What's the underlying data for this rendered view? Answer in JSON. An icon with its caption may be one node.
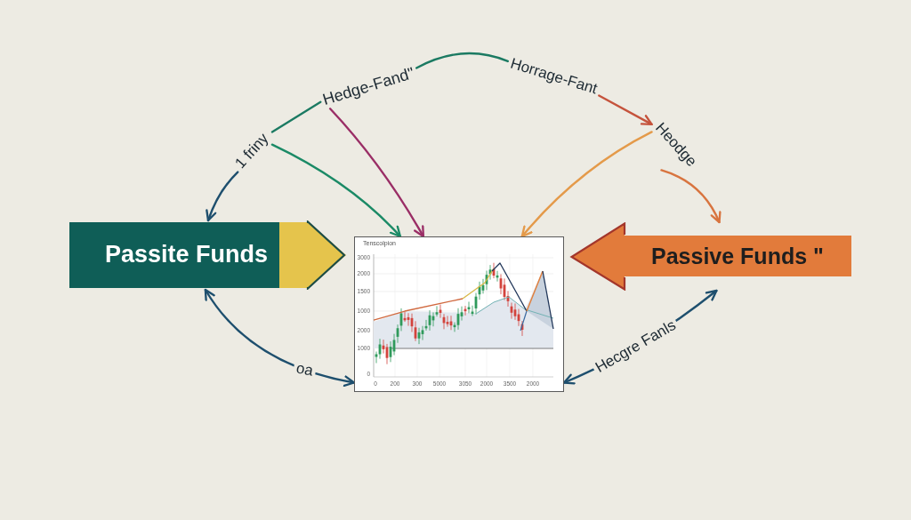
{
  "diagram": {
    "nodes": [
      {
        "text": [
          "Passite Funds"
        ]
      },
      {
        "text": [
          "Tenscolpion"
        ]
      },
      {
        "text": [
          "Passive Funds \""
        ]
      },
      {
        "text": [
          "1 friny"
        ]
      },
      {
        "text": [
          "Hedge-Fand\""
        ]
      },
      {
        "text": [
          "Horrage-Fant"
        ]
      },
      {
        "text": [
          "Heodge"
        ]
      }
    ],
    "edges": [
      {
        "from": 3,
        "to": 0,
        "arrow": "to"
      },
      {
        "from": 4,
        "to": 3,
        "arrow": "none",
        "color": "#1b7a62"
      },
      {
        "from": 4,
        "to": 5,
        "arrow": "none",
        "color": "#1b7a62"
      },
      {
        "from": 5,
        "to": 6,
        "arrow": "to",
        "color": "#c5533c"
      },
      {
        "from": 6,
        "to": 2,
        "arrow": "to",
        "color": "#d8743f"
      },
      {
        "from": 6,
        "to": 1,
        "arrow": "to",
        "color": "#e49a4a"
      },
      {
        "from": 3,
        "to": 1,
        "arrow": "to",
        "color": "#1b8a66"
      },
      {
        "from": 4,
        "to": 1,
        "arrow": "to",
        "color": "#9a2e66"
      },
      {
        "from": 0,
        "to": 1,
        "arrow": "both",
        "label": "oa"
      },
      {
        "from": 1,
        "to": 2,
        "arrow": "both",
        "label": "Hecgre Fanls"
      }
    ],
    "labels": [
      "3000",
      "2000",
      "1500",
      "1000",
      "2000",
      "1000",
      "0",
      "0",
      "200",
      "300",
      "5000",
      "3050",
      "2000",
      "3500",
      "2000"
    ]
  }
}
